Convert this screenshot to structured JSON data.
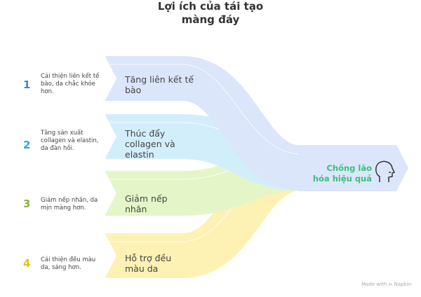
{
  "title": [
    "Lợi ích của  tái tạo",
    "màng đáy"
  ],
  "items": [
    {
      "num": "1",
      "color": "#4a7fd8",
      "label": "Tăng liên kết tế bào",
      "desc": "Cải thiện liên kết tế bào, da chắc khỏe hơn.",
      "band": "#dbe6fb"
    },
    {
      "num": "2",
      "color": "#2ea7d6",
      "label": "Thúc đẩy collagen và elastin",
      "desc": "Tăng sản xuất collagen và elastin, da đàn hồi.",
      "band": "#d3eefb"
    },
    {
      "num": "3",
      "color": "#8ab33a",
      "label": "Giảm nếp nhăn",
      "desc": "Giảm nếp nhăn, da mịn màng hơn.",
      "band": "#e4f6c8"
    },
    {
      "num": "4",
      "color": "#e0c21a",
      "label": "Hỗ trợ đều màu da",
      "desc": "Cải thiện đều màu da, sáng hơn.",
      "band": "#fdf2b3"
    }
  ],
  "outcome": {
    "label": "Chống lão hóa hiệu quả",
    "icon": "head-profile-icon"
  },
  "brand": "Made with ⊳ Napkin"
}
